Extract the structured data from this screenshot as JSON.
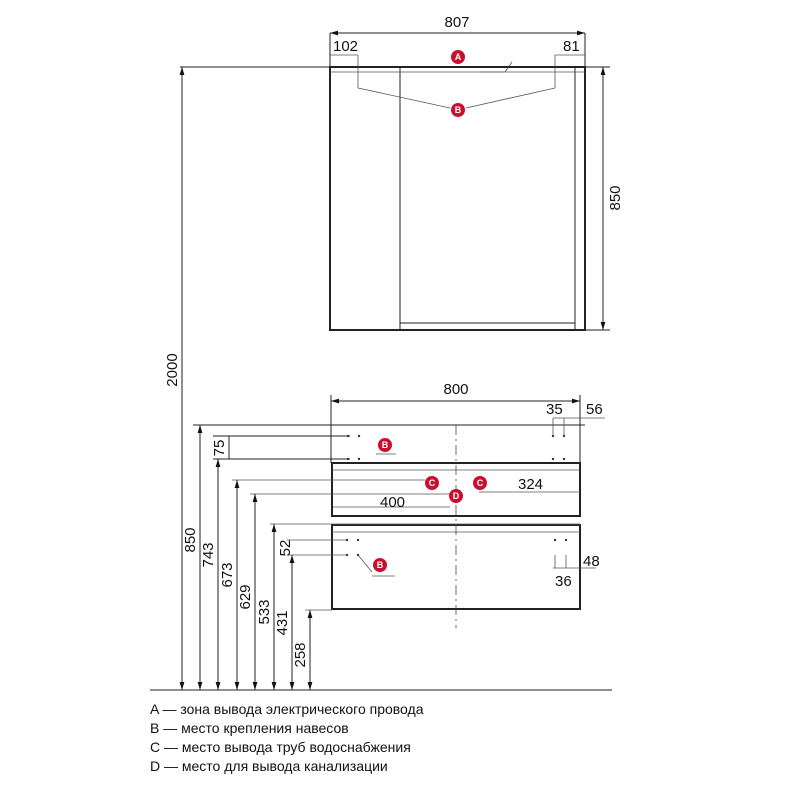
{
  "dimensions": {
    "mirror_width": "807",
    "mirror_left_offset": "102",
    "mirror_right_offset": "81",
    "mirror_height": "850",
    "total_height": "2000",
    "cabinet_width": "800",
    "hinge_right_a": "35",
    "hinge_right_b": "56",
    "hinge_gap_top": "75",
    "pipe_c_offset": "324",
    "drain_offset": "400",
    "hinge_gap_bottom": "52",
    "hinge_right_c": "48",
    "hinge_right_d": "36",
    "h850": "850",
    "h743": "743",
    "h673": "673",
    "h629": "629",
    "h533": "533",
    "h431": "431",
    "h258": "258"
  },
  "markers": {
    "a": "A",
    "b": "B",
    "c": "C",
    "d": "D"
  },
  "legend": [
    "A — зона вывода электрического провода",
    "B — место крепления навесов",
    "C — место вывода труб водоснабжения",
    "D — место для вывода канализации"
  ],
  "colors": {
    "marker": "#c8102e"
  }
}
